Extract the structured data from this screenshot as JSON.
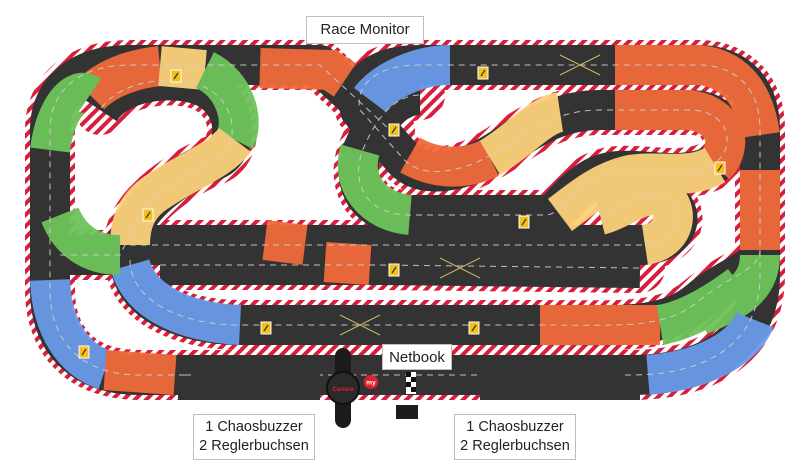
{
  "labels": {
    "race_monitor": "Race Monitor",
    "netbook": "Netbook",
    "left_station": {
      "line1": "1 Chaosbuzzer",
      "line2": "2 Reglerbuchsen"
    },
    "right_station": {
      "line1": "1 Chaosbuzzer",
      "line2": "2 Reglerbuchsen"
    }
  },
  "gate_logo": "Carrera",
  "gate_badge": "my",
  "colors": {
    "asphalt": "#333333",
    "curb_red": "#d81e3c",
    "curb_white": "#ffffff",
    "lane_line": "#d0d0d0",
    "orange": "#f06a3a",
    "green": "#6cc45a",
    "blue": "#6a9ae8",
    "yellow": "#fcd27a",
    "sign": "#f5c018",
    "label_border": "#bdbdbd"
  },
  "icons": {
    "lane_change": "lane-change-icon",
    "start_finish": "checkered-flag-icon",
    "crossing": "crossing-icon"
  }
}
